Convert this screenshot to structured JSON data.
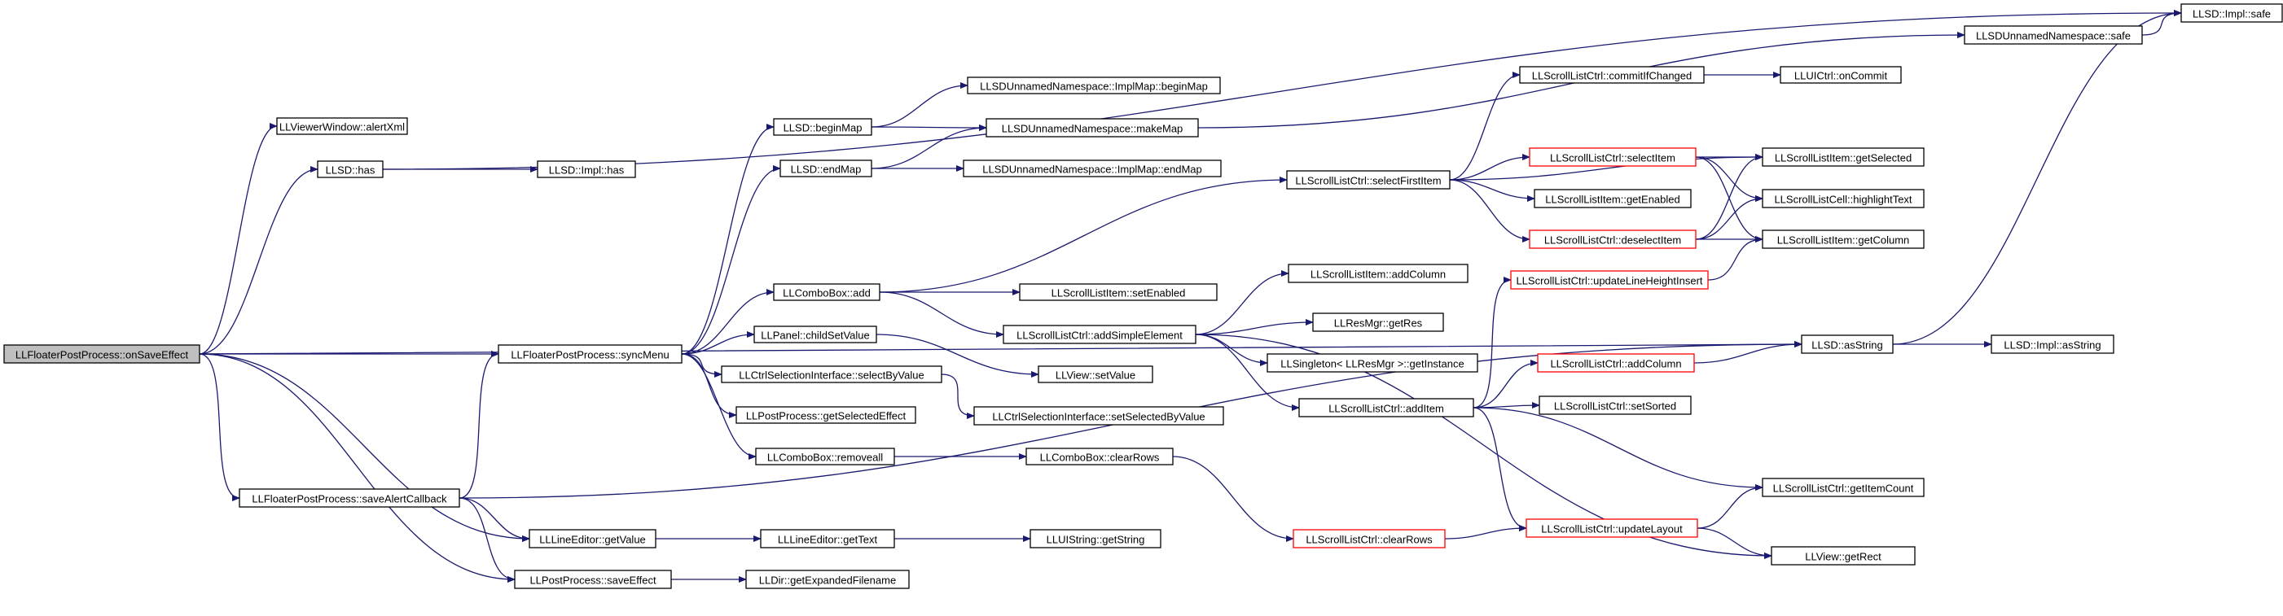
{
  "nodes": [
    {
      "id": "n1",
      "label": "LLFloaterPostProcess::onSaveEffect",
      "root": true
    },
    {
      "id": "n2",
      "label": "LLViewerWindow::alertXml"
    },
    {
      "id": "n3",
      "label": "LLSD::has"
    },
    {
      "id": "n4",
      "label": "LLSD::Impl::has"
    },
    {
      "id": "n5",
      "label": "LLFloaterPostProcess::syncMenu"
    },
    {
      "id": "n6",
      "label": "LLFloaterPostProcess::saveAlertCallback"
    },
    {
      "id": "n7",
      "label": "LLLineEditor::getValue"
    },
    {
      "id": "n8",
      "label": "LLPostProcess::saveEffect"
    },
    {
      "id": "n9",
      "label": "LLSD::beginMap"
    },
    {
      "id": "n10",
      "label": "LLSD::endMap"
    },
    {
      "id": "n11",
      "label": "LLComboBox::add"
    },
    {
      "id": "n12",
      "label": "LLPanel::childSetValue"
    },
    {
      "id": "n13",
      "label": "LLCtrlSelectionInterface::selectByValue"
    },
    {
      "id": "n14",
      "label": "LLPostProcess::getSelectedEffect"
    },
    {
      "id": "n15",
      "label": "LLComboBox::removeall"
    },
    {
      "id": "n16",
      "label": "LLLineEditor::getText"
    },
    {
      "id": "n17",
      "label": "LLDir::getExpandedFilename"
    },
    {
      "id": "n18",
      "label": "LLSDUnnamedNamespace::ImplMap::beginMap"
    },
    {
      "id": "n19",
      "label": "LLSDUnnamedNamespace::makeMap"
    },
    {
      "id": "n20",
      "label": "LLSDUnnamedNamespace::ImplMap::endMap"
    },
    {
      "id": "n21",
      "label": "LLScrollListItem::setEnabled"
    },
    {
      "id": "n22",
      "label": "LLScrollListCtrl::addSimpleElement"
    },
    {
      "id": "n23",
      "label": "LLView::setValue"
    },
    {
      "id": "n24",
      "label": "LLCtrlSelectionInterface::setSelectedByValue"
    },
    {
      "id": "n25",
      "label": "LLComboBox::clearRows"
    },
    {
      "id": "n26",
      "label": "LLUIString::getString"
    },
    {
      "id": "n27",
      "label": "LLSDUnnamedNamespace::safe"
    },
    {
      "id": "n28",
      "label": "LLSD::Impl::safe"
    },
    {
      "id": "n29",
      "label": "LLScrollListCtrl::selectFirstItem"
    },
    {
      "id": "n30",
      "label": "LLScrollListItem::addColumn"
    },
    {
      "id": "n31",
      "label": "LLResMgr::getRes"
    },
    {
      "id": "n32",
      "label": "LLSingleton< LLResMgr >::getInstance"
    },
    {
      "id": "n33",
      "label": "LLScrollListCtrl::addItem"
    },
    {
      "id": "n34",
      "label": "LLScrollListCtrl::clearRows",
      "red": true
    },
    {
      "id": "n35",
      "label": "LLScrollListCtrl::commitIfChanged"
    },
    {
      "id": "n36",
      "label": "LLScrollListCtrl::selectItem",
      "red": true
    },
    {
      "id": "n37",
      "label": "LLScrollListItem::getEnabled"
    },
    {
      "id": "n38",
      "label": "LLScrollListCtrl::deselectItem",
      "red": true
    },
    {
      "id": "n39",
      "label": "LLScrollListCtrl::updateLineHeightInsert",
      "red": true
    },
    {
      "id": "n40",
      "label": "LLScrollListCtrl::addColumn",
      "red": true
    },
    {
      "id": "n41",
      "label": "LLScrollListCtrl::setSorted"
    },
    {
      "id": "n42",
      "label": "LLScrollListCtrl::updateLayout",
      "red": true
    },
    {
      "id": "n43",
      "label": "LLUICtrl::onCommit"
    },
    {
      "id": "n44",
      "label": "LLScrollListItem::getSelected"
    },
    {
      "id": "n45",
      "label": "LLScrollListCell::highlightText"
    },
    {
      "id": "n46",
      "label": "LLScrollListItem::getColumn"
    },
    {
      "id": "n47",
      "label": "LLSD::asString"
    },
    {
      "id": "n48",
      "label": "LLScrollListCtrl::getItemCount"
    },
    {
      "id": "n49",
      "label": "LLView::getRect"
    },
    {
      "id": "n50",
      "label": "LLSD::Impl::asString"
    }
  ],
  "edges": [
    [
      "n1",
      "n2"
    ],
    [
      "n1",
      "n3"
    ],
    [
      "n1",
      "n5"
    ],
    [
      "n1",
      "n6"
    ],
    [
      "n1",
      "n7"
    ],
    [
      "n1",
      "n8"
    ],
    [
      "n1",
      "n47"
    ],
    [
      "n3",
      "n4"
    ],
    [
      "n3",
      "n28"
    ],
    [
      "n5",
      "n9"
    ],
    [
      "n5",
      "n10"
    ],
    [
      "n5",
      "n11"
    ],
    [
      "n5",
      "n12"
    ],
    [
      "n5",
      "n13"
    ],
    [
      "n5",
      "n14"
    ],
    [
      "n5",
      "n15"
    ],
    [
      "n6",
      "n5"
    ],
    [
      "n6",
      "n7"
    ],
    [
      "n6",
      "n8"
    ],
    [
      "n6",
      "n47"
    ],
    [
      "n7",
      "n16"
    ],
    [
      "n8",
      "n17"
    ],
    [
      "n16",
      "n26"
    ],
    [
      "n9",
      "n18"
    ],
    [
      "n9",
      "n19"
    ],
    [
      "n10",
      "n19"
    ],
    [
      "n10",
      "n20"
    ],
    [
      "n19",
      "n27"
    ],
    [
      "n11",
      "n21"
    ],
    [
      "n11",
      "n22"
    ],
    [
      "n11",
      "n29"
    ],
    [
      "n12",
      "n23"
    ],
    [
      "n13",
      "n24"
    ],
    [
      "n15",
      "n25"
    ],
    [
      "n25",
      "n34"
    ],
    [
      "n22",
      "n30"
    ],
    [
      "n22",
      "n31"
    ],
    [
      "n22",
      "n32"
    ],
    [
      "n22",
      "n33"
    ],
    [
      "n22",
      "n49"
    ],
    [
      "n27",
      "n28"
    ],
    [
      "n29",
      "n35"
    ],
    [
      "n29",
      "n36"
    ],
    [
      "n29",
      "n37"
    ],
    [
      "n29",
      "n38"
    ],
    [
      "n29",
      "n44"
    ],
    [
      "n33",
      "n39"
    ],
    [
      "n33",
      "n40"
    ],
    [
      "n33",
      "n41"
    ],
    [
      "n33",
      "n42"
    ],
    [
      "n33",
      "n48"
    ],
    [
      "n34",
      "n42"
    ],
    [
      "n35",
      "n43"
    ],
    [
      "n36",
      "n44"
    ],
    [
      "n36",
      "n45"
    ],
    [
      "n36",
      "n46"
    ],
    [
      "n38",
      "n44"
    ],
    [
      "n38",
      "n45"
    ],
    [
      "n38",
      "n46"
    ],
    [
      "n39",
      "n46"
    ],
    [
      "n40",
      "n47"
    ],
    [
      "n42",
      "n48"
    ],
    [
      "n42",
      "n49"
    ],
    [
      "n47",
      "n28"
    ],
    [
      "n47",
      "n50"
    ]
  ]
}
